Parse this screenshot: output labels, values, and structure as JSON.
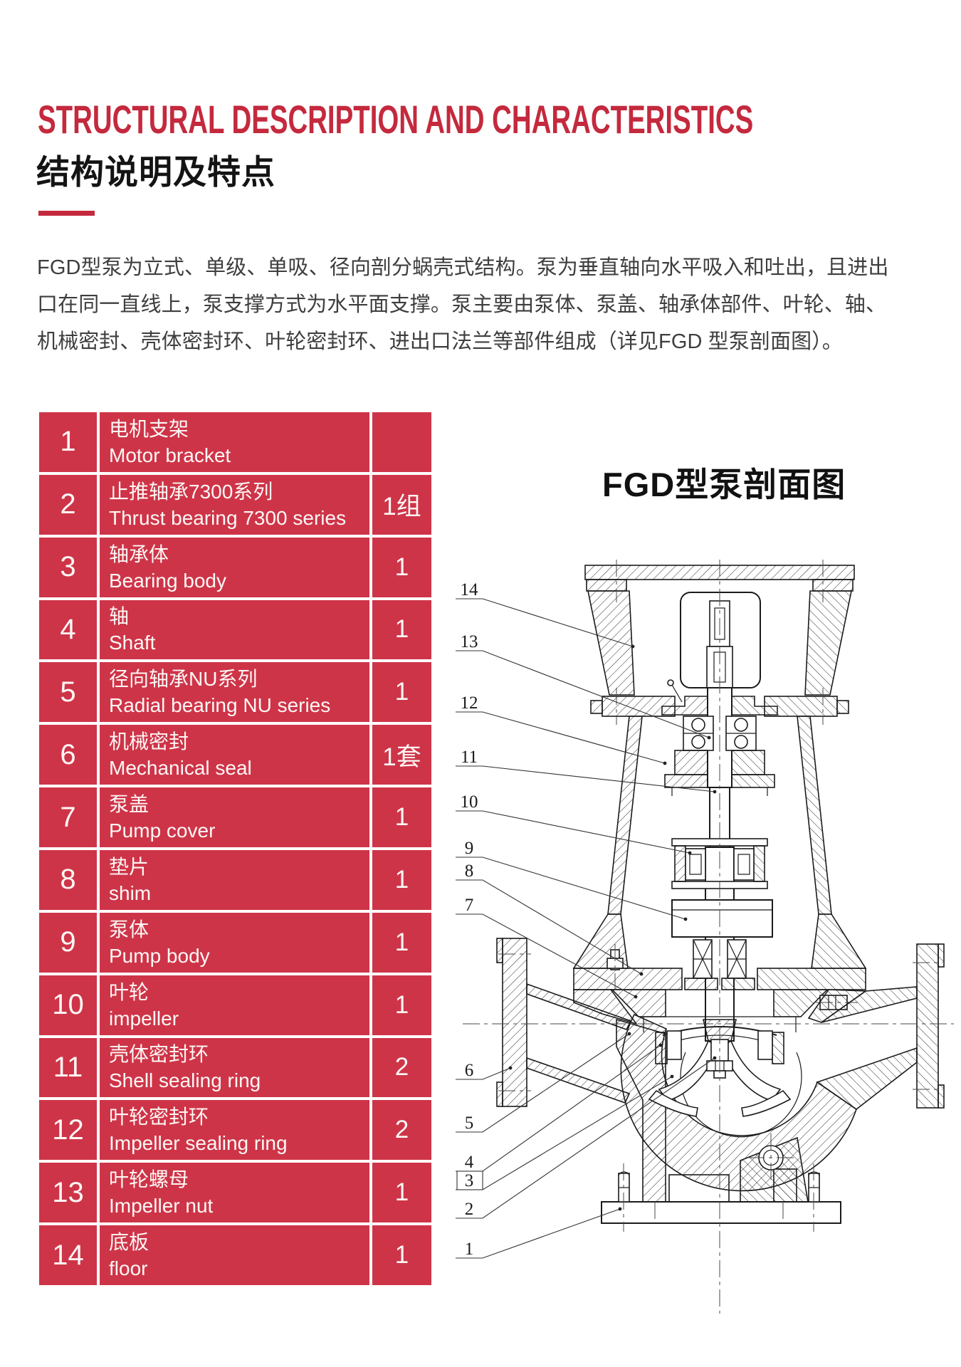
{
  "header": {
    "title_en": "STRUCTURAL DESCRIPTION AND CHARACTERISTICS",
    "title_zh": "结构说明及特点"
  },
  "intro": {
    "lines": [
      "FGD型泵为立式、单级、单吸、径向剖分蜗壳式结构。泵为垂直轴向水平吸入和吐出，且进出",
      "口在同一直线上，泵支撑方式为水平面支撑。泵主要由泵体、泵盖、轴承体部件、叶轮、轴、",
      "机械密封、壳体密封环、叶轮密封环、进出口法兰等部件组成（详见FGD 型泵剖面图）。"
    ]
  },
  "parts_table": {
    "rows": [
      {
        "no": "1",
        "zh": "电机支架",
        "en": "Motor bracket",
        "qty": ""
      },
      {
        "no": "2",
        "zh": "止推轴承7300系列",
        "en": "Thrust bearing 7300 series",
        "qty": "1组"
      },
      {
        "no": "3",
        "zh": "轴承体",
        "en": "Bearing body",
        "qty": "1"
      },
      {
        "no": "4",
        "zh": "轴",
        "en": "Shaft",
        "qty": "1"
      },
      {
        "no": "5",
        "zh": "径向轴承NU系列",
        "en": "Radial bearing NU series",
        "qty": "1"
      },
      {
        "no": "6",
        "zh": "机械密封",
        "en": "Mechanical seal",
        "qty": "1套"
      },
      {
        "no": "7",
        "zh": "泵盖",
        "en": "Pump cover",
        "qty": "1"
      },
      {
        "no": "8",
        "zh": "垫片",
        "en": "shim",
        "qty": "1"
      },
      {
        "no": "9",
        "zh": "泵体",
        "en": "Pump body",
        "qty": "1"
      },
      {
        "no": "10",
        "zh": "叶轮",
        "en": "impeller",
        "qty": "1"
      },
      {
        "no": "11",
        "zh": "壳体密封环",
        "en": "Shell sealing ring",
        "qty": "2"
      },
      {
        "no": "12",
        "zh": "叶轮密封环",
        "en": "Impeller sealing ring",
        "qty": "2"
      },
      {
        "no": "13",
        "zh": "叶轮螺母",
        "en": "Impeller nut",
        "qty": "1"
      },
      {
        "no": "14",
        "zh": "底板",
        "en": "floor",
        "qty": "1"
      }
    ]
  },
  "diagram": {
    "title": "FGD型泵剖面图",
    "callout_numbers": [
      "14",
      "13",
      "12",
      "11",
      "10",
      "9",
      "8",
      "7",
      "6",
      "5",
      "4",
      "3",
      "2",
      "1"
    ]
  },
  "colors": {
    "accent_red": "#c4293d",
    "table_red": "#ce3448",
    "ink": "#1b1b1b"
  }
}
